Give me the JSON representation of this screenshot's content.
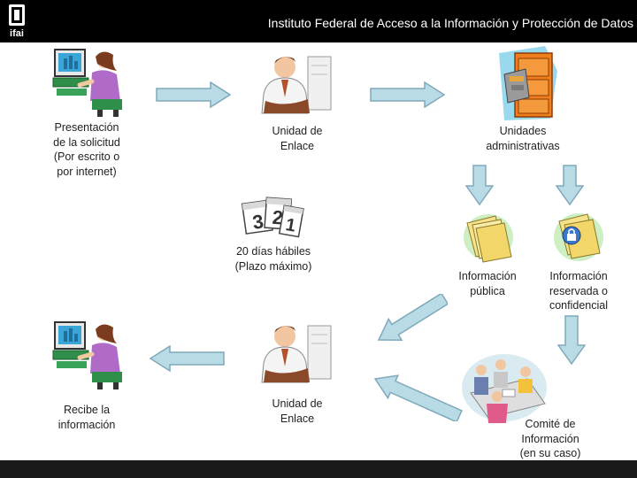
{
  "header": {
    "title": "Instituto Federal de Acceso a la Información y Protección de Datos",
    "logo_text": "ifai"
  },
  "steps": {
    "presentacion": [
      "Presentación",
      "de la solicitud",
      "(Por escrito o",
      "por internet)"
    ],
    "unidad_enlace_1": [
      "Unidad de",
      "Enlace"
    ],
    "unidades_admin": [
      "Unidades",
      "administrativas"
    ],
    "plazo": [
      "20 días hábiles",
      "(Plazo máximo)"
    ],
    "info_publica": [
      "Información",
      "pública"
    ],
    "info_reservada": [
      "Información",
      "reservada o",
      "confidencial"
    ],
    "recibe": [
      "Recibe la",
      "información"
    ],
    "unidad_enlace_2": [
      "Unidad de",
      "Enlace"
    ],
    "comite": [
      "Comité de",
      "Información",
      "(en su caso)"
    ]
  },
  "colors": {
    "arrow_fill": "#b9dbe6",
    "arrow_stroke": "#7fa9bb",
    "topbar": "#000000"
  }
}
